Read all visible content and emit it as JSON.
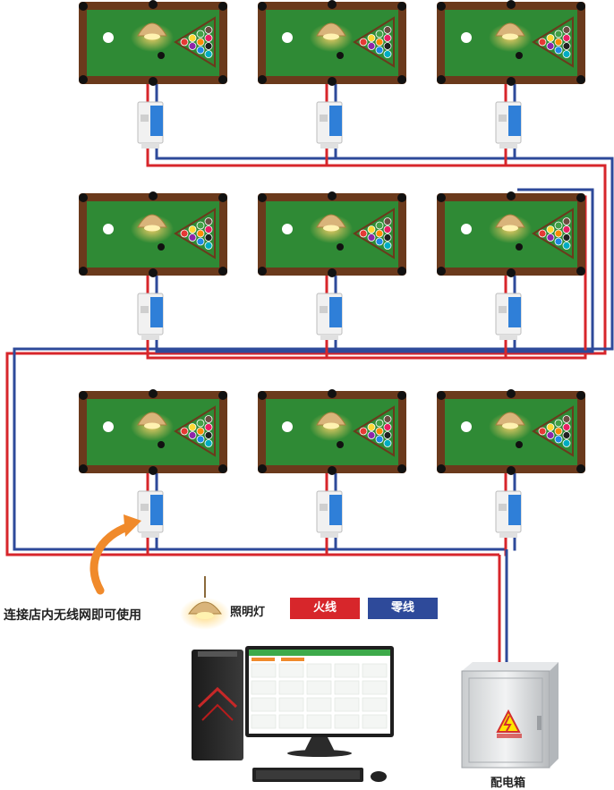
{
  "labels": {
    "wifi_note": "连接店内无线网即可使用",
    "lamp": "照明灯",
    "live_wire": "火线",
    "neutral_wire": "零线",
    "distribution_box": "配电箱"
  },
  "colors": {
    "live_wire": "#d7262b",
    "neutral_wire": "#2e4a9a",
    "table_felt": "#2f8a35",
    "table_rail": "#6b3a1c",
    "arrow": "#f08a2b",
    "accent_green": "#3daa4a"
  },
  "tables": {
    "rows": 3,
    "columns": 3
  }
}
